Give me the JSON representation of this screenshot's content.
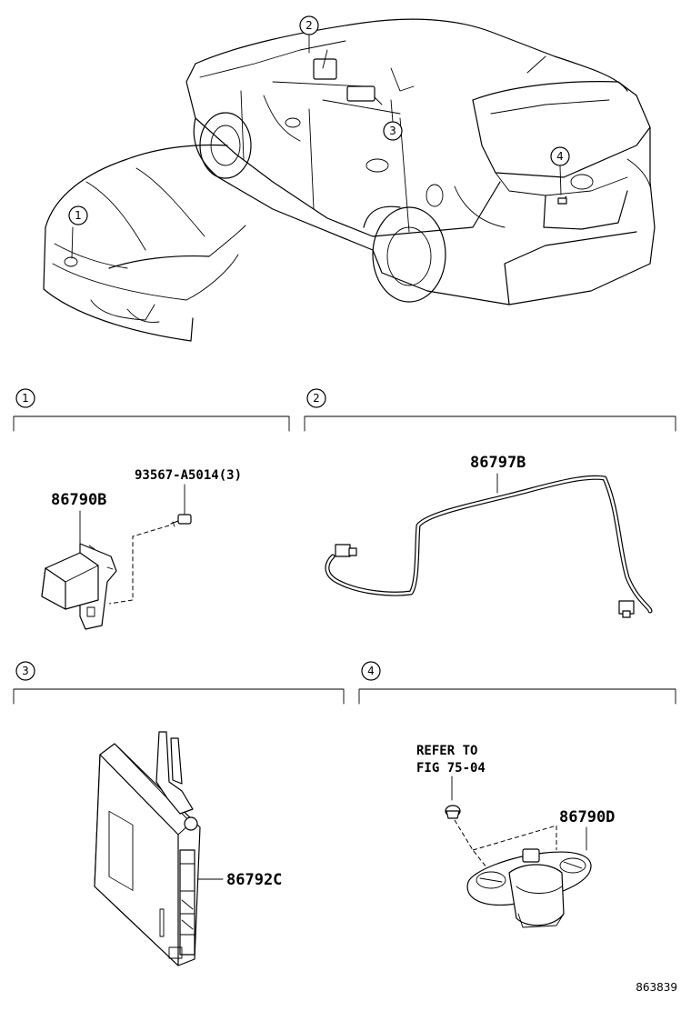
{
  "callouts": [
    "1",
    "2",
    "3",
    "4"
  ],
  "sections": [
    {
      "number": "1",
      "parts": [
        "86790B",
        "93567-A5014(3)"
      ]
    },
    {
      "number": "2",
      "parts": [
        "86797B"
      ]
    },
    {
      "number": "3",
      "parts": [
        "86792C"
      ]
    },
    {
      "number": "4",
      "parts": [
        "86790D"
      ],
      "note": [
        "REFER TO",
        "FIG 75-04"
      ]
    }
  ],
  "figure_number": "863839"
}
